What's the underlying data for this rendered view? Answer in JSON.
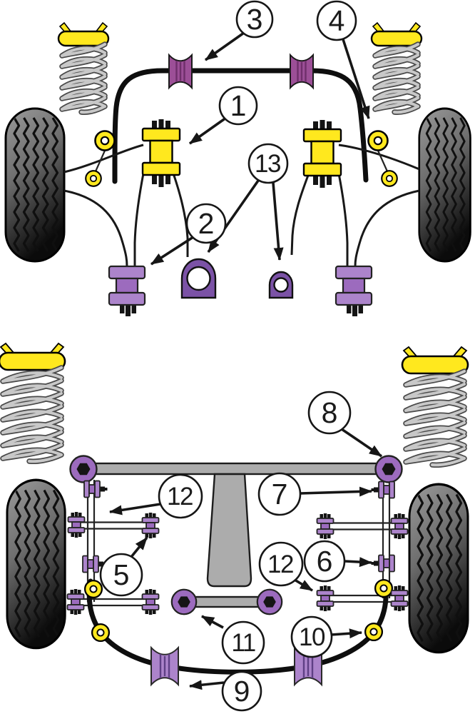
{
  "colors": {
    "background": "#ffffff",
    "yellow": "#ffe81e",
    "arb_bush_magenta": "#9c4f97",
    "arb_bush_magenta_rib": "#6f2f6b",
    "bush_purple_light": "#ac84cb",
    "bush_purple_mid": "#9c6bbe",
    "bracket_purple_deep": "#7b52a6",
    "subframe_gray": "#acacac",
    "line_black": "#141414"
  },
  "callouts": {
    "front": [
      {
        "label": "3"
      },
      {
        "label": "4"
      },
      {
        "label": "1"
      },
      {
        "label": "13"
      },
      {
        "label": "2"
      }
    ],
    "rear": [
      {
        "label": "8"
      },
      {
        "label": "12"
      },
      {
        "label": "7"
      },
      {
        "label": "5"
      },
      {
        "label": "6"
      },
      {
        "label": "12"
      },
      {
        "label": "11"
      },
      {
        "label": "10"
      },
      {
        "label": "9"
      }
    ]
  }
}
